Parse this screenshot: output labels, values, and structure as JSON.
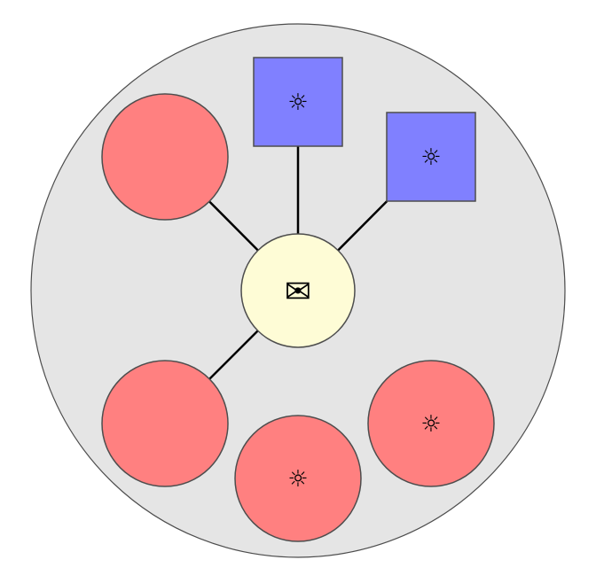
{
  "colors": {
    "background": "#ffffff",
    "container_fill": "#e5e5e5",
    "container_stroke": "#4d4d4d",
    "hub_fill": "#fefcd6",
    "hub_stroke": "#4d4d4d",
    "circle_fill": "#ff8080",
    "circle_stroke": "#4d4d4d",
    "square_fill": "#8080ff",
    "square_stroke": "#4d4d4d",
    "connector": "#000000"
  },
  "icons": {
    "hub": {
      "name": "envelope-icon",
      "glyph": "✉"
    },
    "gear": {
      "name": "gear-icon",
      "glyph": "☼"
    }
  },
  "nodes": [
    {
      "name": "circle-node-top-left",
      "shape": "circle",
      "icon": "",
      "connected": true
    },
    {
      "name": "square-node-top",
      "shape": "square",
      "icon": "gear",
      "connected": true
    },
    {
      "name": "square-node-top-right",
      "shape": "square",
      "icon": "gear",
      "connected": true
    },
    {
      "name": "circle-node-bottom-left",
      "shape": "circle",
      "icon": "",
      "connected": true
    },
    {
      "name": "circle-node-bottom-center",
      "shape": "circle",
      "icon": "gear",
      "connected": false
    },
    {
      "name": "circle-node-bottom-right",
      "shape": "circle",
      "icon": "gear",
      "connected": false
    }
  ]
}
